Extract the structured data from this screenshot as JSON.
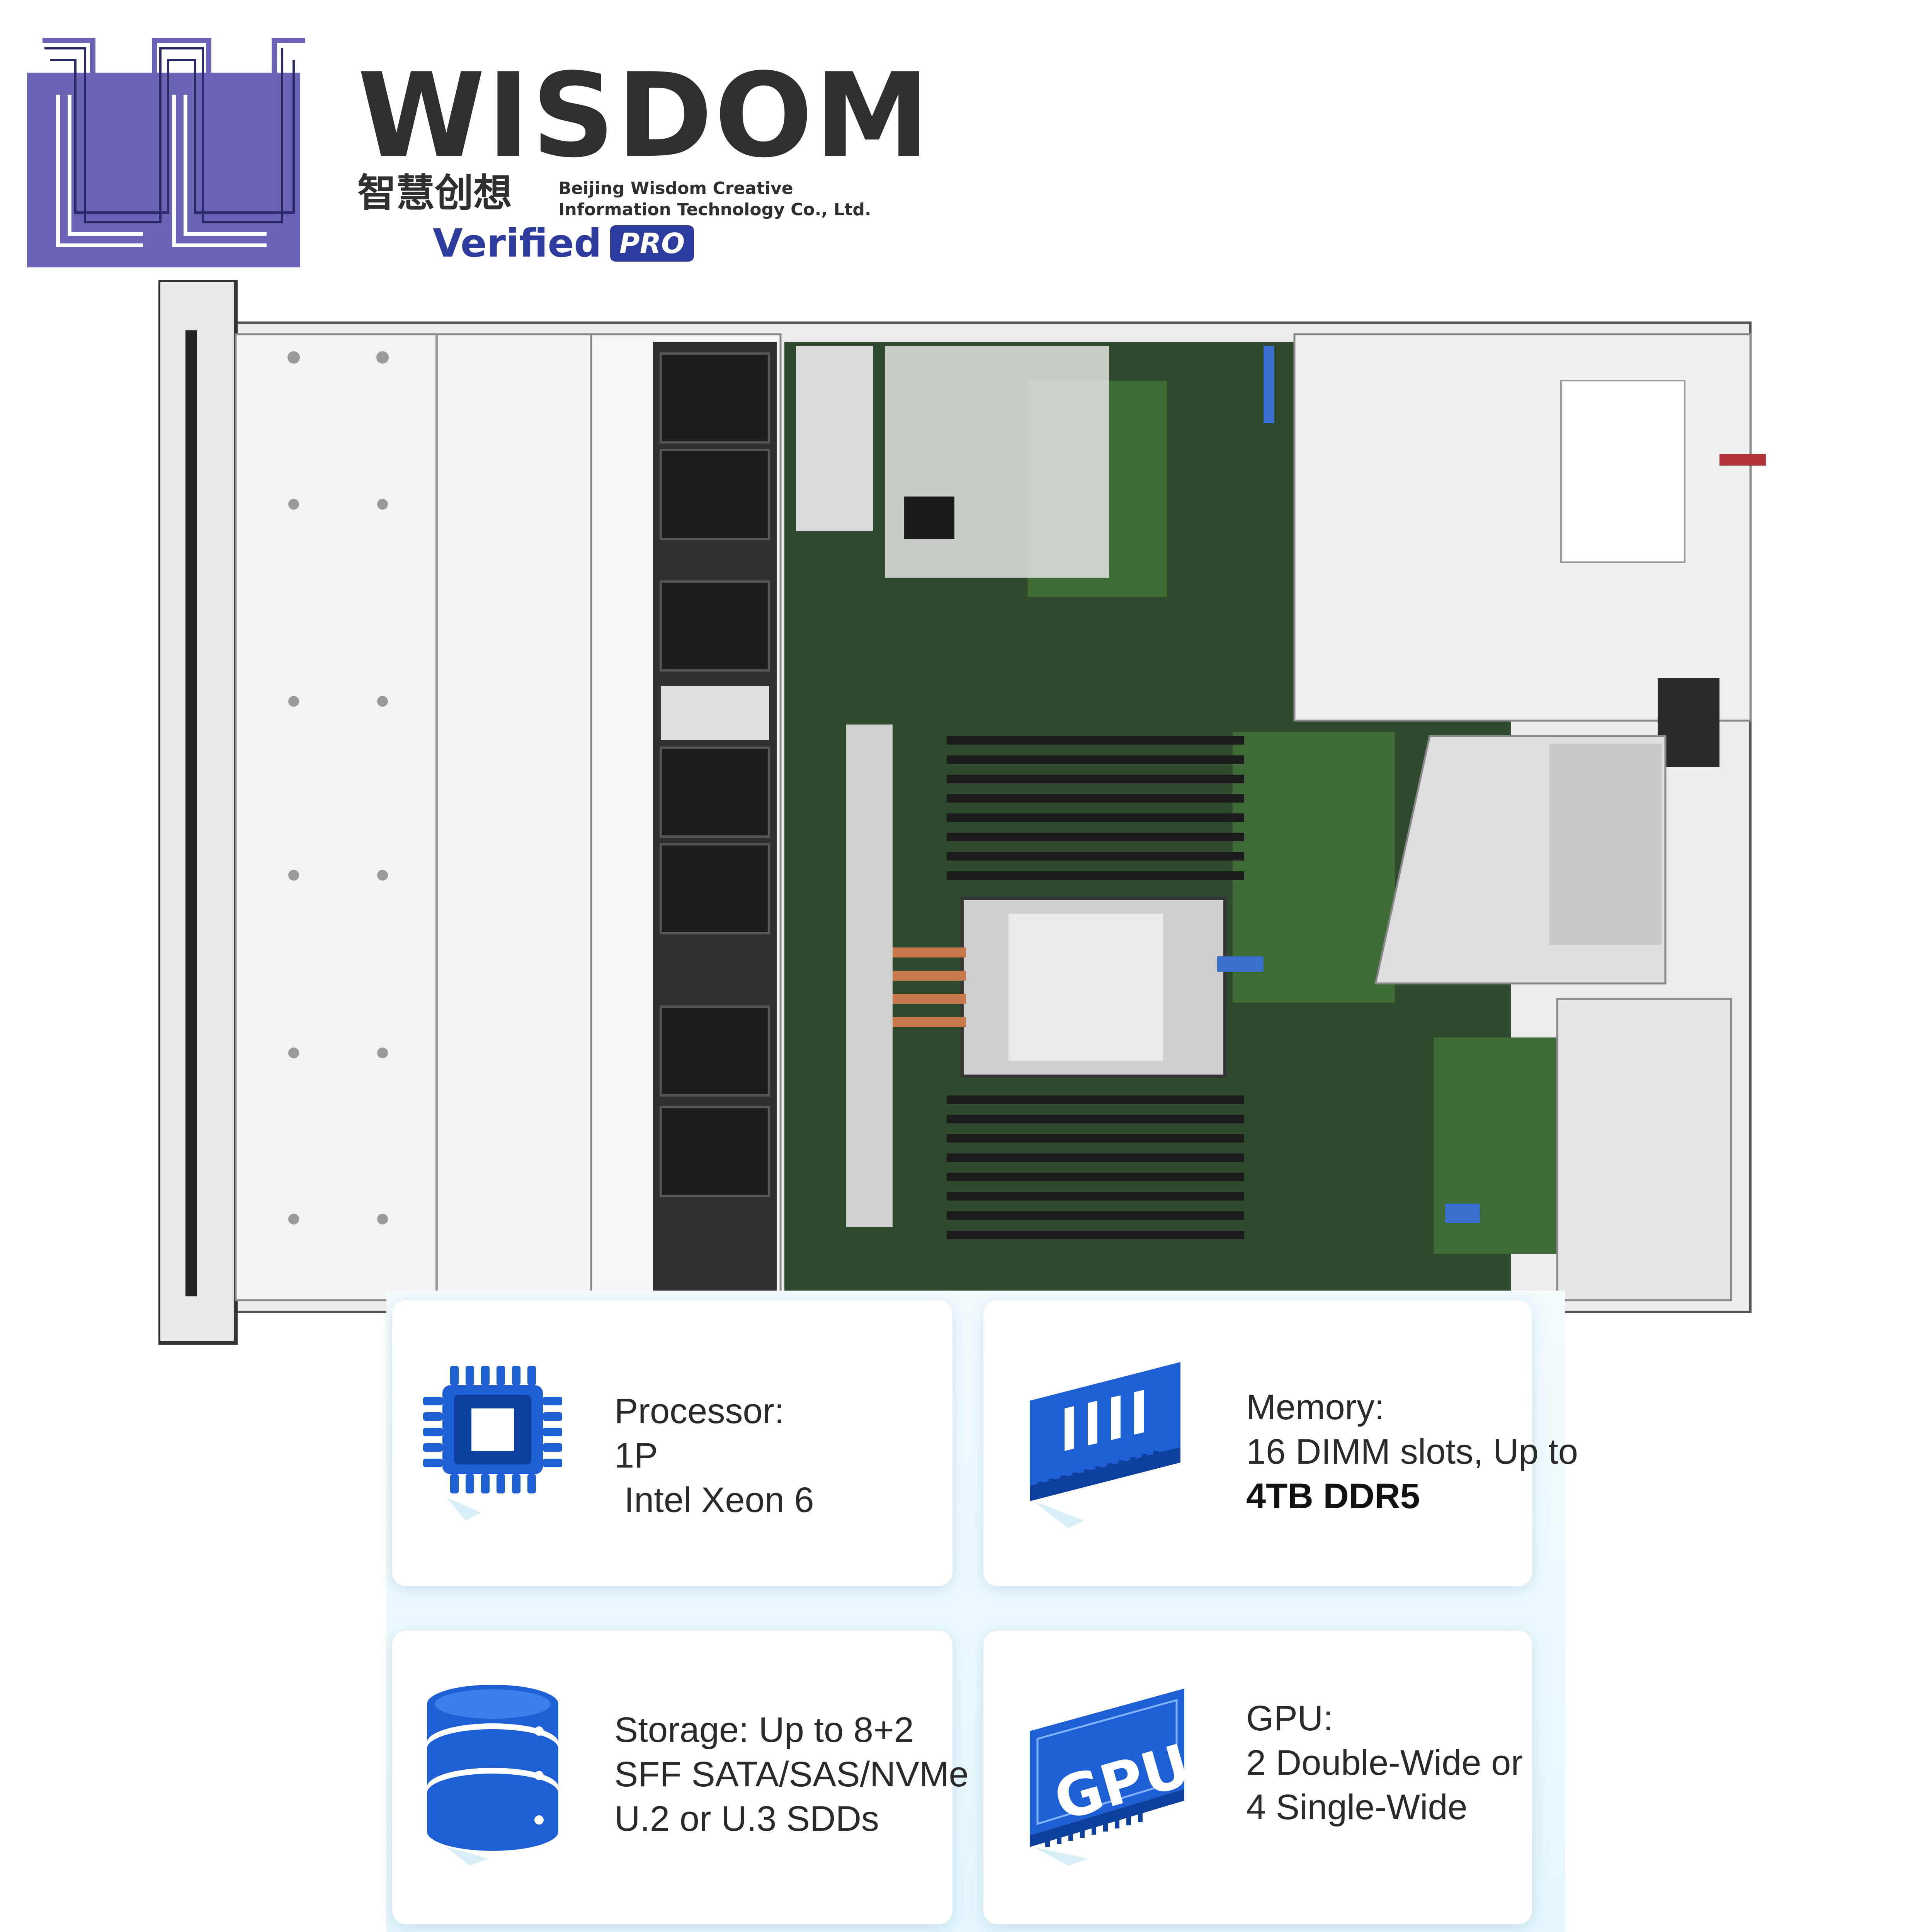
{
  "brand": {
    "name": "WISDOM",
    "name_cn": "智慧创想",
    "company_line1": "Beijing Wisdom Creative",
    "company_line2": "Information Technology Co., Ltd.",
    "verified_word": "Verified",
    "pro_badge": "PRO",
    "logo_color": "#6b63b5",
    "text_color": "#2f2f2f",
    "badge_color": "#2c3b9c"
  },
  "product_image": {
    "subject": "1U rack server top view, chassis cover removed",
    "icon": "server-photo"
  },
  "specs": [
    {
      "icon": "processor-icon",
      "label": "Processor:",
      "line2": "1P",
      "line3": " Intel Xeon 6"
    },
    {
      "icon": "memory-icon",
      "label": "Memory:",
      "line2": "16 DIMM slots, Up to",
      "line3": "4TB DDR5"
    },
    {
      "icon": "storage-icon",
      "label": "Storage: Up to 8+2",
      "line2": "SFF SATA/SAS/NVMe",
      "line3": "U.2 or U.3 SDDs"
    },
    {
      "icon": "gpu-icon",
      "label": "GPU:",
      "line2": "2 Double-Wide or",
      "line3": "4 Single-Wide",
      "icon_text": "GPU"
    }
  ],
  "colors": {
    "accent_blue": "#1f5fd6",
    "card_bg": "#ffffff",
    "specs_bg": "#eaf7fb"
  }
}
